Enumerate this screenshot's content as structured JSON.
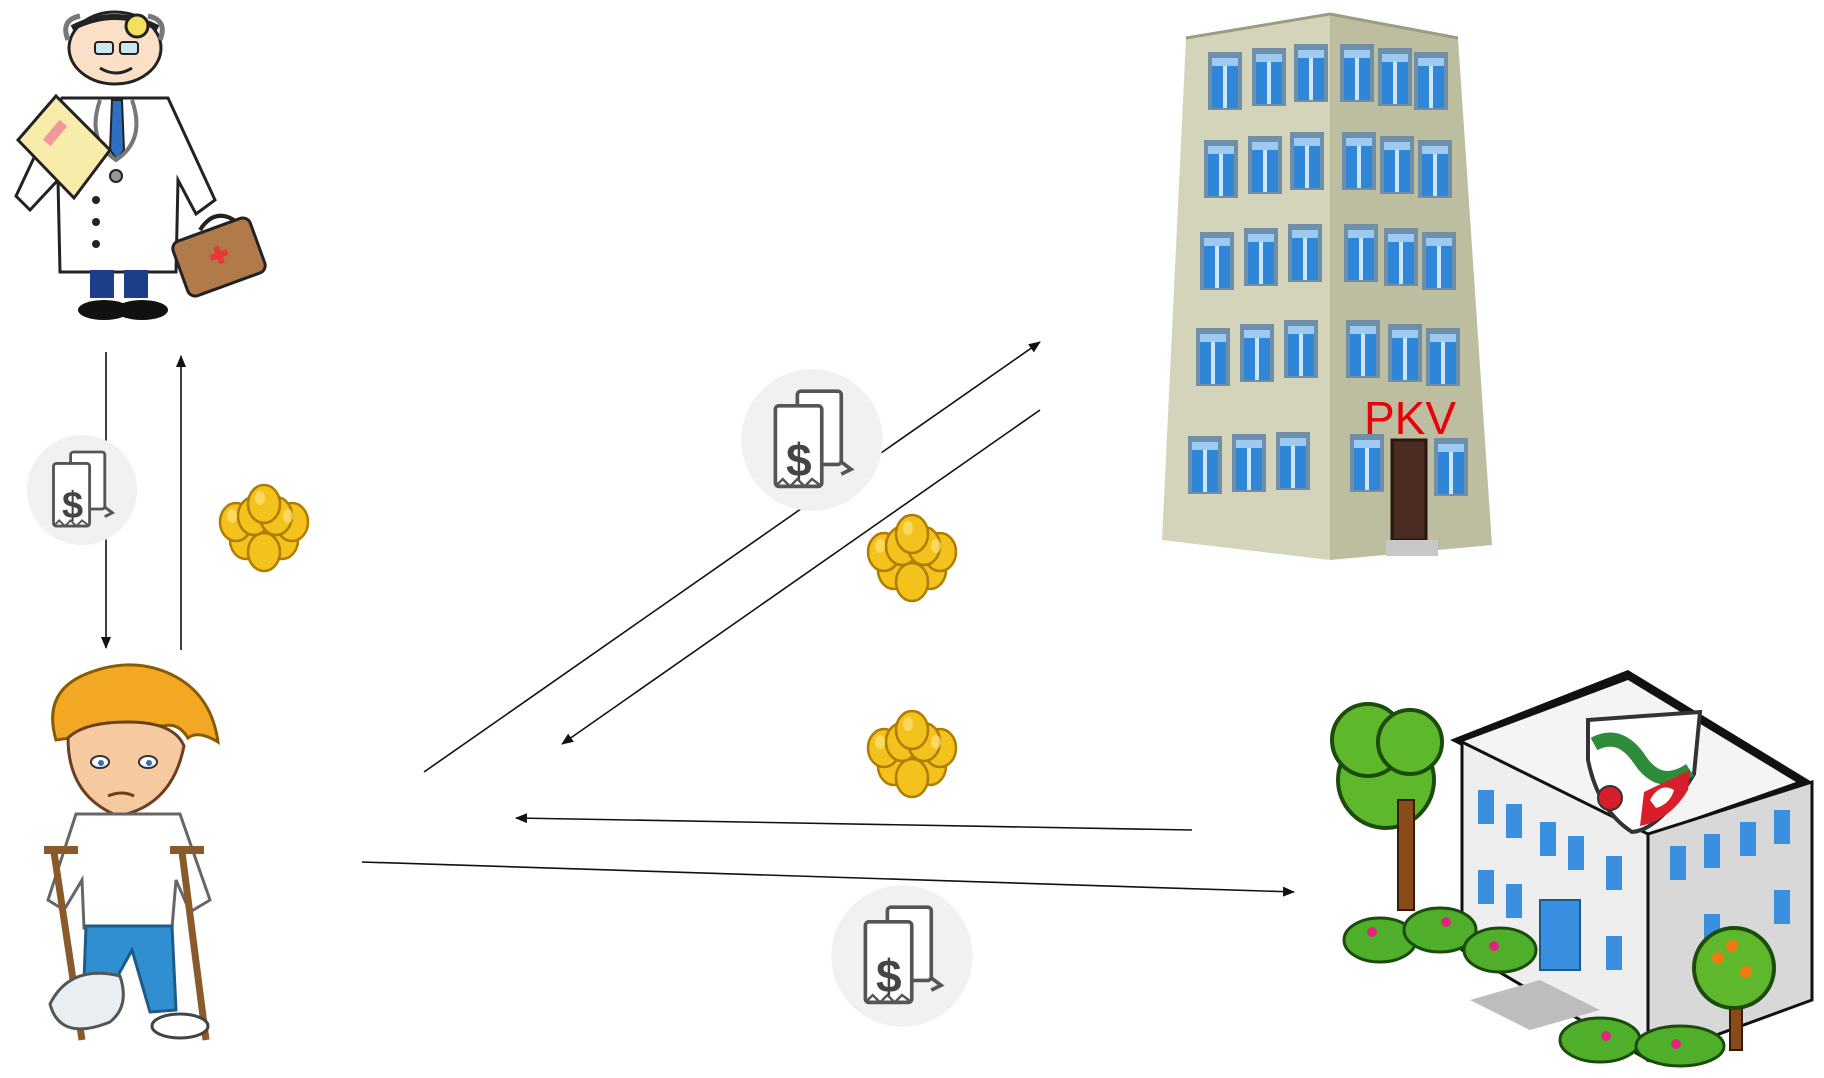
{
  "insurer_building": {
    "label": "PKV",
    "label_color": "#e8000b",
    "wall_color": "#d8d8c0",
    "window_color": "#3a8fd6"
  },
  "government_office": {
    "emblem": "nrw-coat-of-arms",
    "wall_color": "#eeeeee",
    "roof_color": "#111111"
  },
  "icons": {
    "bill": "dollar-receipt-icon",
    "coins": "gold-coin-stack-icon",
    "doctor": "doctor-figure",
    "patient": "injured-patient-on-crutches"
  },
  "bill_symbol": "$",
  "colors": {
    "coin": "#f0c020",
    "coin_outline": "#b07c00",
    "arrow": "#111111",
    "bill_bg": "#f1f1f1"
  }
}
